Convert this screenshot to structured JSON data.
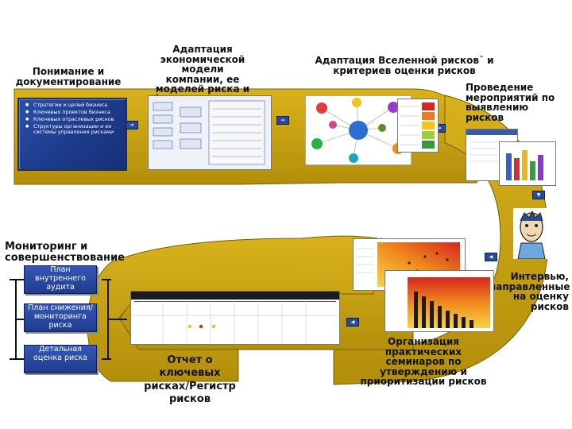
{
  "labels": {
    "understanding": "Понимание и документирование",
    "adaptation_model": "Адаптация экономической модели компании, ее моделей риска и бизнес-процессов",
    "adaptation_universe": "Адаптация Вселенной рисков",
    "adaptation_universe_tm": "™",
    "adaptation_universe_rest": " и критериев оценки рисков",
    "identification": "Проведение мероприятий по выявлению рисков",
    "monitoring": "Мониторинг и совершенствование",
    "interviews": "Интервью, направленные на оценку рисков",
    "workshops": "Организация практических семинаров по утверждению и приоритизации рисков",
    "report": "Отчет о ключевых рисках/Регистр рисков"
  },
  "blue_box": {
    "items": [
      "Стратегии и целей бизнеса",
      "Ключевых проектов бизнеса",
      "Ключевых отраслевых рисков",
      "Структуры организации и ее системы управления рисками"
    ]
  },
  "steps": [
    "План внутреннего аудита",
    "План снижения/мониторинга риска",
    "Детальная оценка риска"
  ],
  "colors": {
    "band": "#c9a512",
    "band_edge": "#8a6d05",
    "box_blue": "#1f3b8c"
  }
}
